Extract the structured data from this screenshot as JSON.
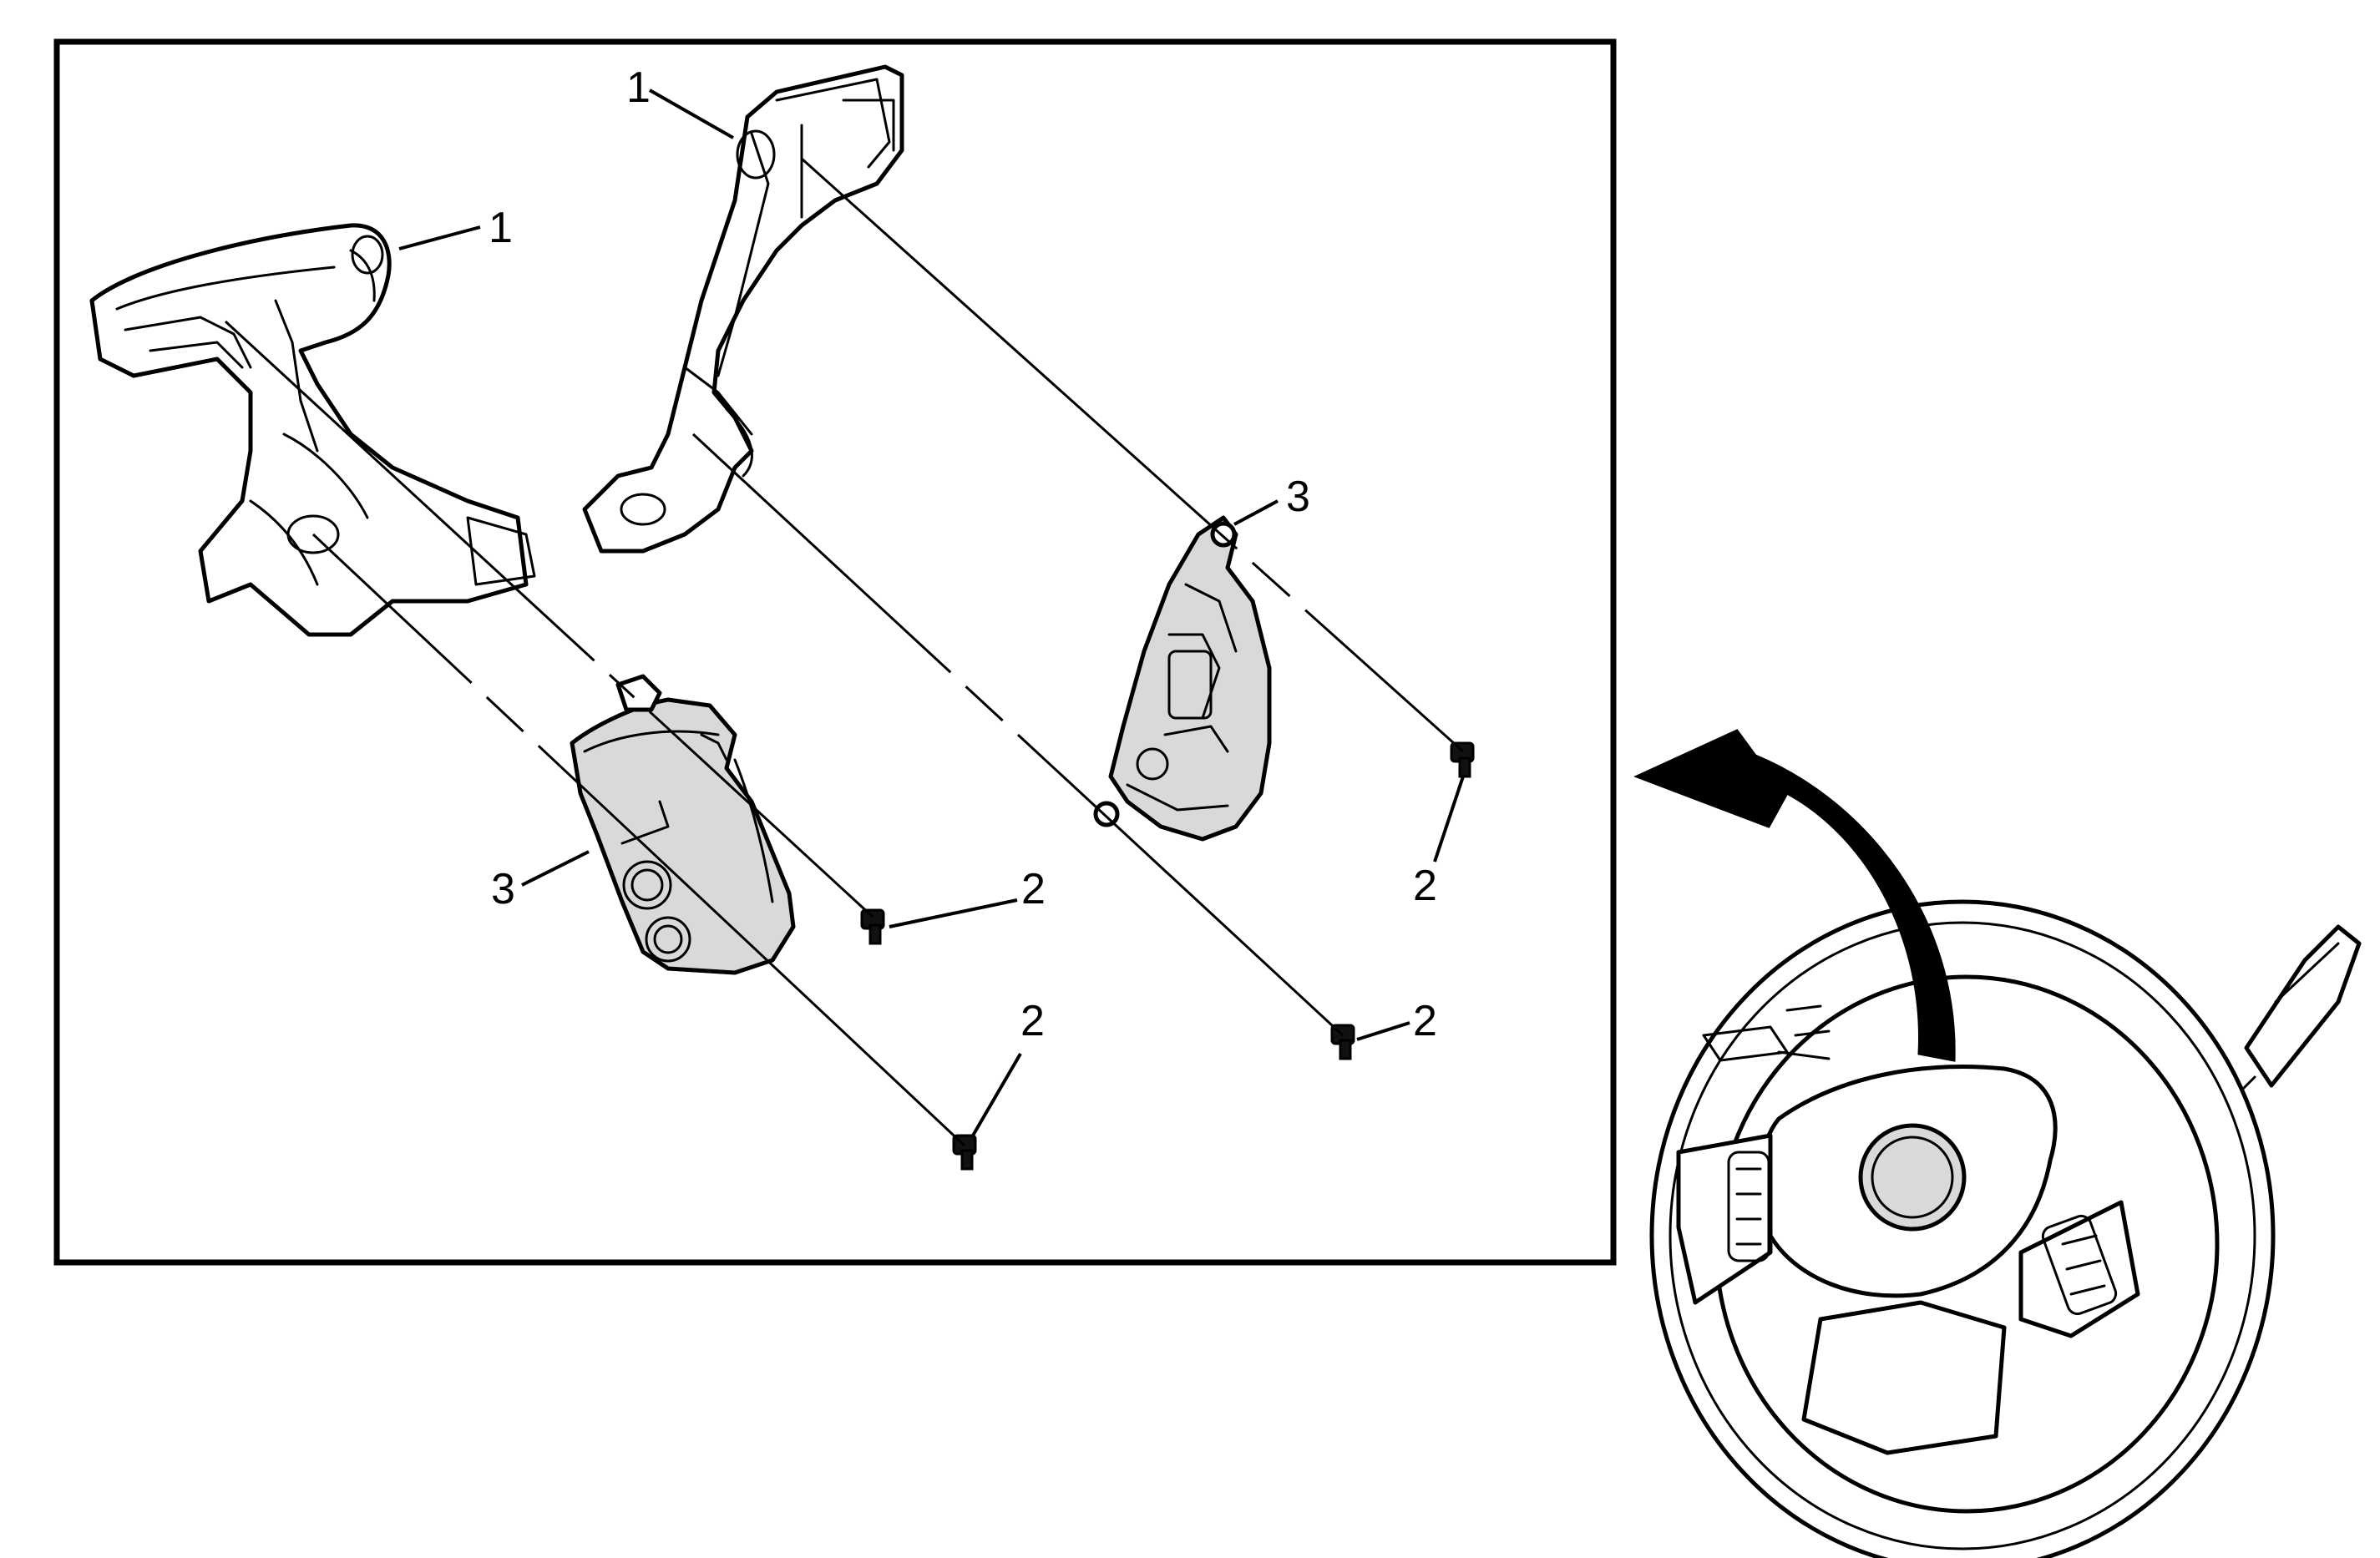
{
  "diagram": {
    "callouts": {
      "c1_left": "1",
      "c1_top": "1",
      "c3_left": "3",
      "c3_right": "3",
      "c2_a": "2",
      "c2_b": "2",
      "c2_c": "2",
      "c2_d": "2"
    },
    "inset": {
      "arrow_icon": "curved-arrow-icon",
      "wheel_icon": "steering-wheel-icon"
    },
    "colors": {
      "line": "#000000",
      "background": "#ffffff"
    }
  }
}
